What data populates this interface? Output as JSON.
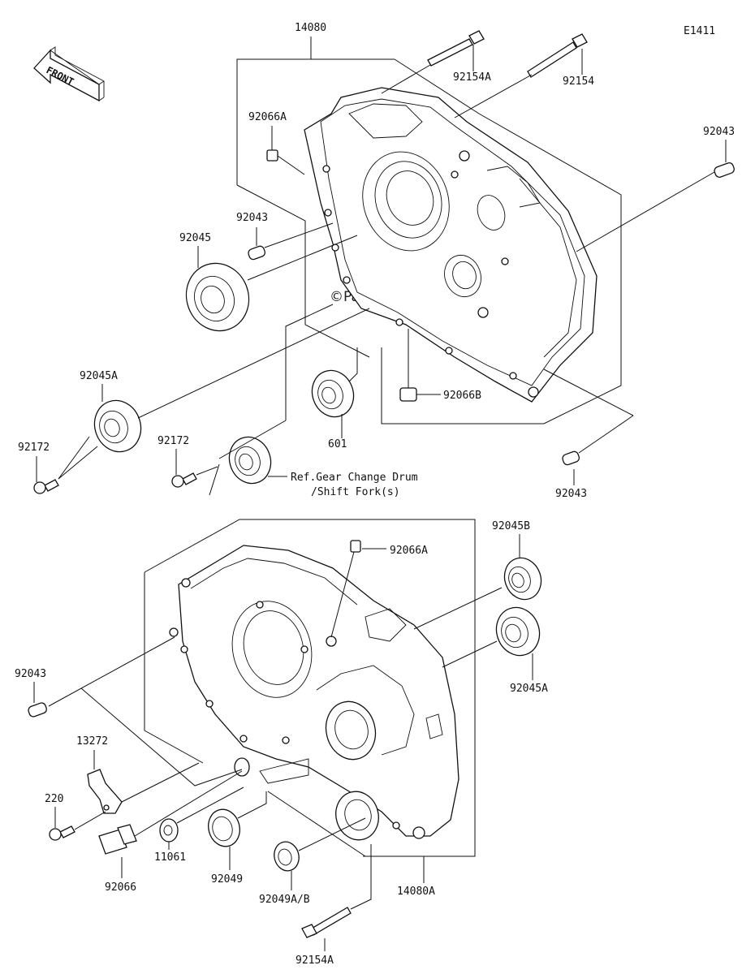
{
  "diagram_code": "E1411",
  "front_label": "FRONT",
  "watermark": "©Partzilla.com",
  "labels": {
    "upper_case": "14080",
    "bolt_92154A_top": "92154A",
    "bolt_92154_top": "92154",
    "dowel_92066A_top": "92066A",
    "dowel_92043_top_right": "92043",
    "dowel_92043_upper_left": "92043",
    "bearing_92045": "92045",
    "bearing_92045A_left": "92045A",
    "screw_92172_left": "92172",
    "screw_92172_mid": "92172",
    "bearing_601": "601",
    "plug_92066B": "92066B",
    "dowel_92043_mid_right": "92043",
    "ref_line1": "Ref.Gear Change Drum",
    "ref_line2": "/Shift Fork(s)",
    "dowel_92066A_lower": "92066A",
    "bearing_92045B": "92045B",
    "bearing_92045A_right": "92045A",
    "dowel_92043_lower_left": "92043",
    "bracket_13272": "13272",
    "screw_220": "220",
    "plug_92066": "92066",
    "washer_11061": "11061",
    "seal_92049": "92049",
    "seal_92049AB": "92049A/B",
    "lower_case": "14080A",
    "bolt_92154A_bottom": "92154A"
  }
}
